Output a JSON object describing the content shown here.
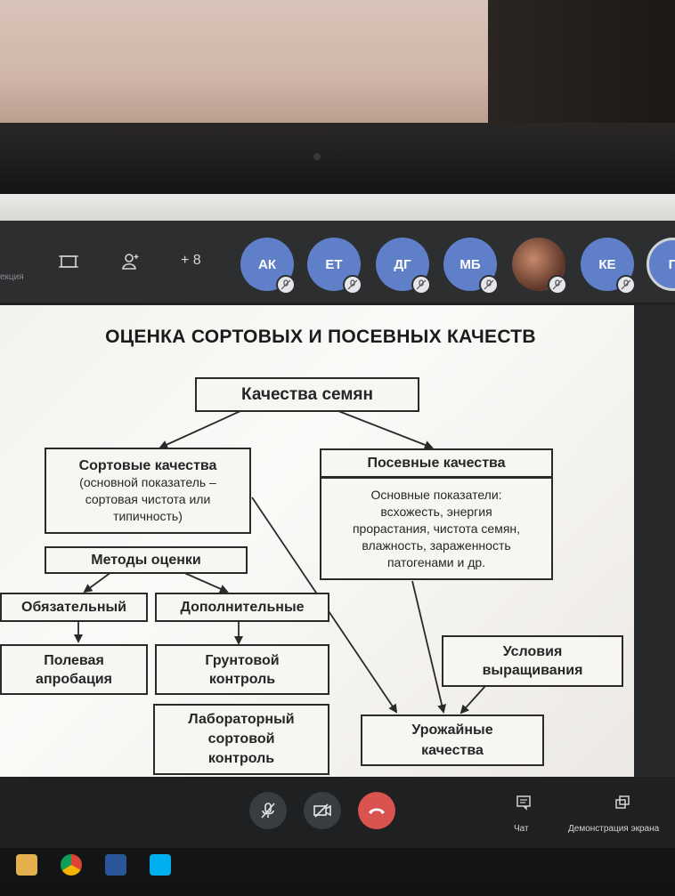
{
  "meeting": {
    "name_fragment": "екция",
    "extra_participants": "+ 8",
    "participants": [
      {
        "initials": "АК",
        "color": "#5f7fc9"
      },
      {
        "initials": "ЕТ",
        "color": "#5f7fc9"
      },
      {
        "initials": "ДГ",
        "color": "#5f7fc9"
      },
      {
        "initials": "МБ",
        "color": "#5f7fc9"
      },
      {
        "initials": "",
        "color": "#8a5a44"
      },
      {
        "initials": "КЕ",
        "color": "#5f7fc9"
      },
      {
        "initials": "П",
        "color": "#5f7fc9"
      }
    ]
  },
  "slide": {
    "title": "ОЦЕНКА СОРТОВЫХ И ПОСЕВНЫХ КАЧЕСТВ",
    "root": "Качества семян",
    "varietal": {
      "title": "Сортовые качества",
      "lines": [
        "(основной показатель –",
        "сортовая чистота или",
        "типичность)"
      ]
    },
    "sowing": {
      "title": "Посевные качества",
      "lines": [
        "Основные показатели:",
        "всхожесть, энергия",
        "прорастания, чистота семян,",
        "влажность, зараженность",
        "патогенами и др."
      ]
    },
    "methods": "Методы оценки",
    "mandatory": "Обязательный",
    "additional": "Дополнительные",
    "field": [
      "Полевая",
      "апробация"
    ],
    "ground": [
      "Грунтовой",
      "контроль"
    ],
    "lab": [
      "Лабораторный",
      "сортовой",
      "контроль"
    ],
    "growing": [
      "Условия",
      "выращивания"
    ],
    "yield": [
      "Урожайные",
      "качества"
    ]
  },
  "controls": {
    "chat_label": "Чат",
    "share_label": "Демонстрация экрана"
  },
  "colors": {
    "avatar": "#5f7fc9",
    "end_call": "#d9534f"
  }
}
